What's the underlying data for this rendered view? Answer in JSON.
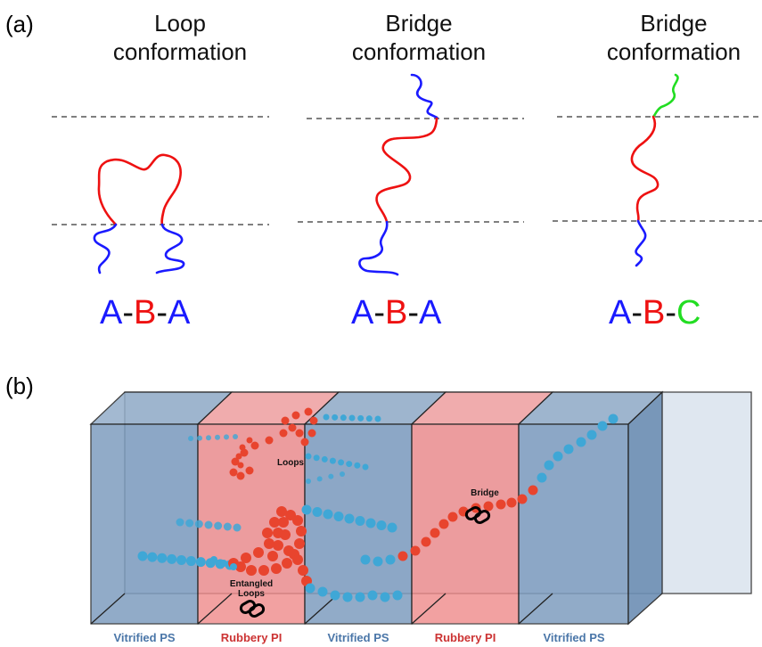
{
  "panel_a": {
    "label": "(a)",
    "columns": [
      {
        "title_line1": "Loop",
        "title_line2": "conformation",
        "formula": [
          "A",
          "-",
          "B",
          "-",
          "A"
        ]
      },
      {
        "title_line1": "Bridge",
        "title_line2": "conformation",
        "formula": [
          "A",
          "-",
          "B",
          "-",
          "A"
        ]
      },
      {
        "title_line1": "Bridge",
        "title_line2": "conformation",
        "formula": [
          "A",
          "-",
          "B",
          "-",
          "C"
        ]
      }
    ]
  },
  "panel_b": {
    "label": "(b)",
    "layers": [
      {
        "name": "Vitrified PS",
        "color": "#4a76a8"
      },
      {
        "name": "Rubbery PI",
        "color": "#cc3333"
      },
      {
        "name": "Vitrified PS",
        "color": "#4a76a8"
      },
      {
        "name": "Rubbery PI",
        "color": "#cc3333"
      },
      {
        "name": "Vitrified PS",
        "color": "#4a76a8"
      }
    ],
    "annotations": {
      "loops": "Loops",
      "bridge": "Bridge",
      "entangled_line1": "Entangled",
      "entangled_line2": "Loops"
    }
  },
  "colors": {
    "block_A": "#1a1aff",
    "block_B": "#ee1111",
    "block_C": "#22dd22",
    "dash": "#333333",
    "bead_blue": "#3fa7d6",
    "bead_red": "#e8442e",
    "ps_fill": "#7fa1c6",
    "pi_fill": "#f08a8a"
  }
}
